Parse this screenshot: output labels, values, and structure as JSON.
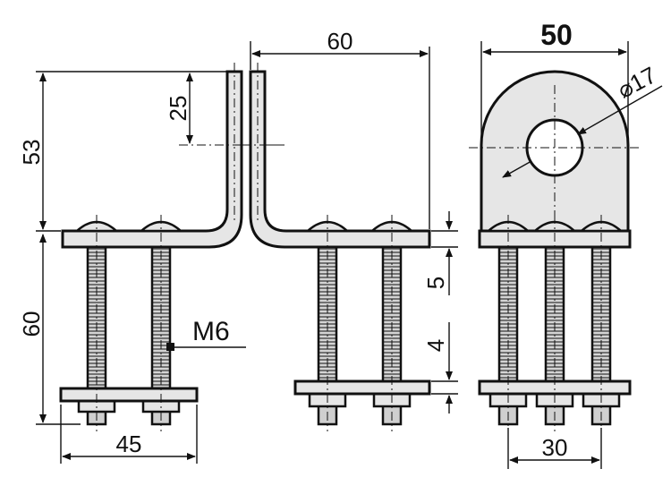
{
  "dimensions": {
    "height_upper": "53",
    "height_offset": "25",
    "height_lower": "60",
    "width_left": "45",
    "width_top": "60",
    "width_front": "50",
    "width_base": "30",
    "gap_upper": "5",
    "gap_lower": "4",
    "hole_diameter": "⌀17",
    "thread_label": "M6"
  }
}
